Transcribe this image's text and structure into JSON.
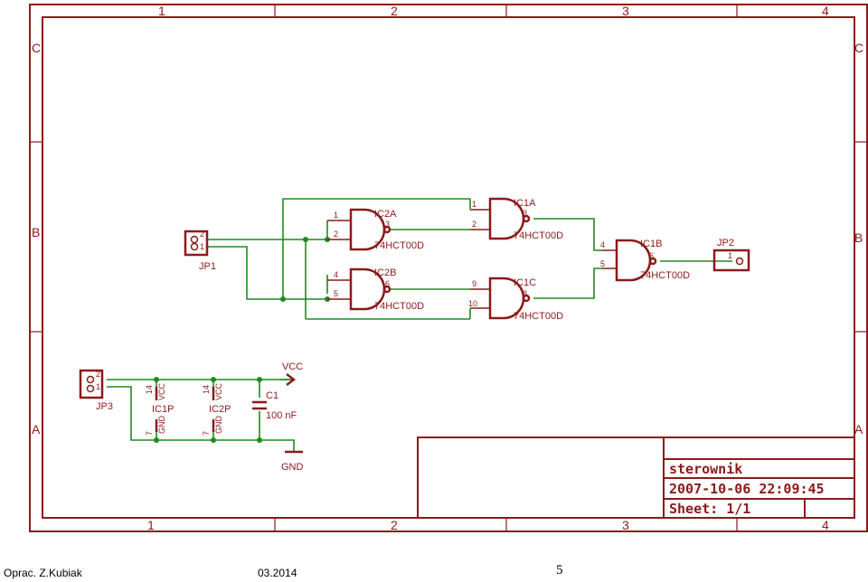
{
  "frame": {
    "columns": [
      "1",
      "2",
      "3",
      "4"
    ],
    "rows": [
      "C",
      "B",
      "A"
    ]
  },
  "parts": {
    "ic2a": {
      "name": "IC2A",
      "value": "74HCT00D",
      "pin_in1": "1",
      "pin_in2": "2",
      "pin_out": "3"
    },
    "ic2b": {
      "name": "IC2B",
      "value": "74HCT00D",
      "pin_in1": "4",
      "pin_in2": "5",
      "pin_out": "6"
    },
    "ic1a": {
      "name": "IC1A",
      "value": "74HCT00D",
      "pin_in1": "1",
      "pin_in2": "2",
      "pin_out": "3"
    },
    "ic1c": {
      "name": "IC1C",
      "value": "74HCT00D",
      "pin_in1": "9",
      "pin_in2": "10",
      "pin_out": "8"
    },
    "ic1b": {
      "name": "IC1B",
      "value": "74HCT00D",
      "pin_in1": "4",
      "pin_in2": "5",
      "pin_out": "6"
    },
    "jp1": {
      "name": "JP1",
      "pin_a": "2",
      "pin_b": "1"
    },
    "jp2": {
      "name": "JP2",
      "pin_a": "1"
    },
    "jp3": {
      "name": "JP3",
      "pin_a": "2",
      "pin_b": "1"
    },
    "ic1p": {
      "name": "IC1P",
      "pin_vcc": "14",
      "vcc": "VCC",
      "pin_gnd": "7",
      "gnd": "GND"
    },
    "ic2p": {
      "name": "IC2P",
      "pin_vcc": "14",
      "vcc": "VCC",
      "pin_gnd": "7",
      "gnd": "GND"
    },
    "c1": {
      "name": "C1",
      "value": "100 nF"
    },
    "vcc_symbol": "VCC",
    "gnd_symbol": "GND"
  },
  "title_block": {
    "name": "sterownik",
    "date": "2007-10-06 22:09:45",
    "sheet": "Sheet: 1/1"
  },
  "footer": {
    "author": "Oprac. Z.Kubiak",
    "date": "03.2014",
    "page": "5"
  },
  "colors": {
    "frame": "#8b1a1a",
    "wire": "#1e8a1e"
  }
}
